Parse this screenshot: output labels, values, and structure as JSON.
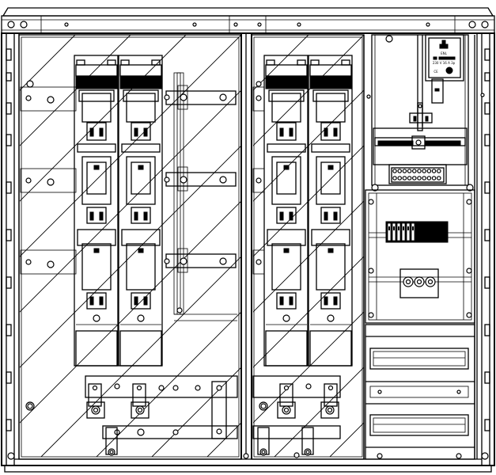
{
  "drawing": {
    "title": "",
    "socket_label_1": "ENL",
    "socket_label_2": "230 V 16 A 3p",
    "socket_mark": "CE",
    "colors": {
      "line": "#000000",
      "background": "#ffffff"
    }
  }
}
